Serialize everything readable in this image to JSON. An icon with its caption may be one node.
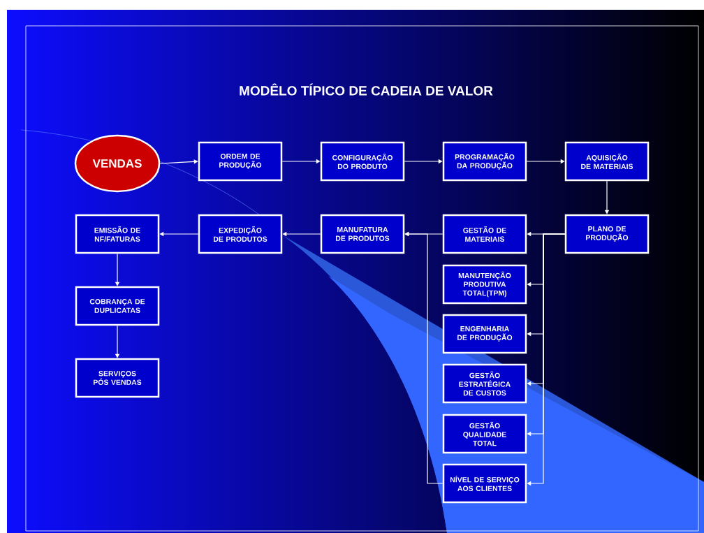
{
  "diagram": {
    "title": "MODÊLO TÍPICO DE CADEIA DE VALOR",
    "nodes": [
      {
        "text": [
          "VENDAS"
        ]
      },
      {
        "text": [
          "ORDEM DE PRODUÇÃO"
        ]
      },
      {
        "text": [
          "CONFIGURAÇÃO DO PRODUTO"
        ]
      },
      {
        "text": [
          "PROGRAMAÇÃO DA PRODUÇÃO"
        ]
      },
      {
        "text": [
          "AQUISIÇÃO DE MATERIAIS"
        ]
      },
      {
        "text": [
          "EMISSÃO DE NF/FATURAS"
        ]
      },
      {
        "text": [
          "EXPEDIÇÃO DE PRODUTOS"
        ]
      },
      {
        "text": [
          "MANUFATURA DE PRODUTOS"
        ]
      },
      {
        "text": [
          "GESTÃO DE MATERIAIS"
        ]
      },
      {
        "text": [
          "PLANO DE PRODUÇÃO"
        ]
      },
      {
        "text": [
          "MANUTENÇÃO PRODUTIVA TOTAL(TPM)"
        ]
      },
      {
        "text": [
          "ENGENHARIA DE PRODUÇÃO"
        ]
      },
      {
        "text": [
          "GESTÃO ESTRATÉGICA DE CUSTOS"
        ]
      },
      {
        "text": [
          "GESTÃO QUALIDADE TOTAL"
        ]
      },
      {
        "text": [
          "NÍVEL DE SERVIÇO AOS CLIENTES"
        ]
      },
      {
        "text": [
          "COBRANÇA DE DUPLICATAS"
        ]
      },
      {
        "text": [
          "SERVIÇOS PÓS VENDAS"
        ]
      }
    ],
    "edges": [
      {
        "from": 0,
        "to": 1,
        "arrow": "to"
      },
      {
        "from": 1,
        "to": 2,
        "arrow": "to"
      },
      {
        "from": 2,
        "to": 3,
        "arrow": "to"
      },
      {
        "from": 3,
        "to": 4,
        "arrow": "to"
      },
      {
        "from": 4,
        "to": 9,
        "arrow": "to"
      },
      {
        "from": 9,
        "to": 8,
        "arrow": "to"
      },
      {
        "from": 9,
        "to": 10,
        "arrow": "to"
      },
      {
        "from": 9,
        "to": 11,
        "arrow": "to"
      },
      {
        "from": 9,
        "to": 12,
        "arrow": "to"
      },
      {
        "from": 9,
        "to": 13,
        "arrow": "to"
      },
      {
        "from": 9,
        "to": 14,
        "arrow": "to"
      },
      {
        "from": 8,
        "to": 7,
        "arrow": "to"
      },
      {
        "from": 14,
        "to": 7,
        "arrow": "to"
      },
      {
        "from": 7,
        "to": 6,
        "arrow": "to"
      },
      {
        "from": 6,
        "to": 5,
        "arrow": "to"
      },
      {
        "from": 5,
        "to": 15,
        "arrow": "to"
      },
      {
        "from": 15,
        "to": 16,
        "arrow": "to"
      }
    ]
  }
}
